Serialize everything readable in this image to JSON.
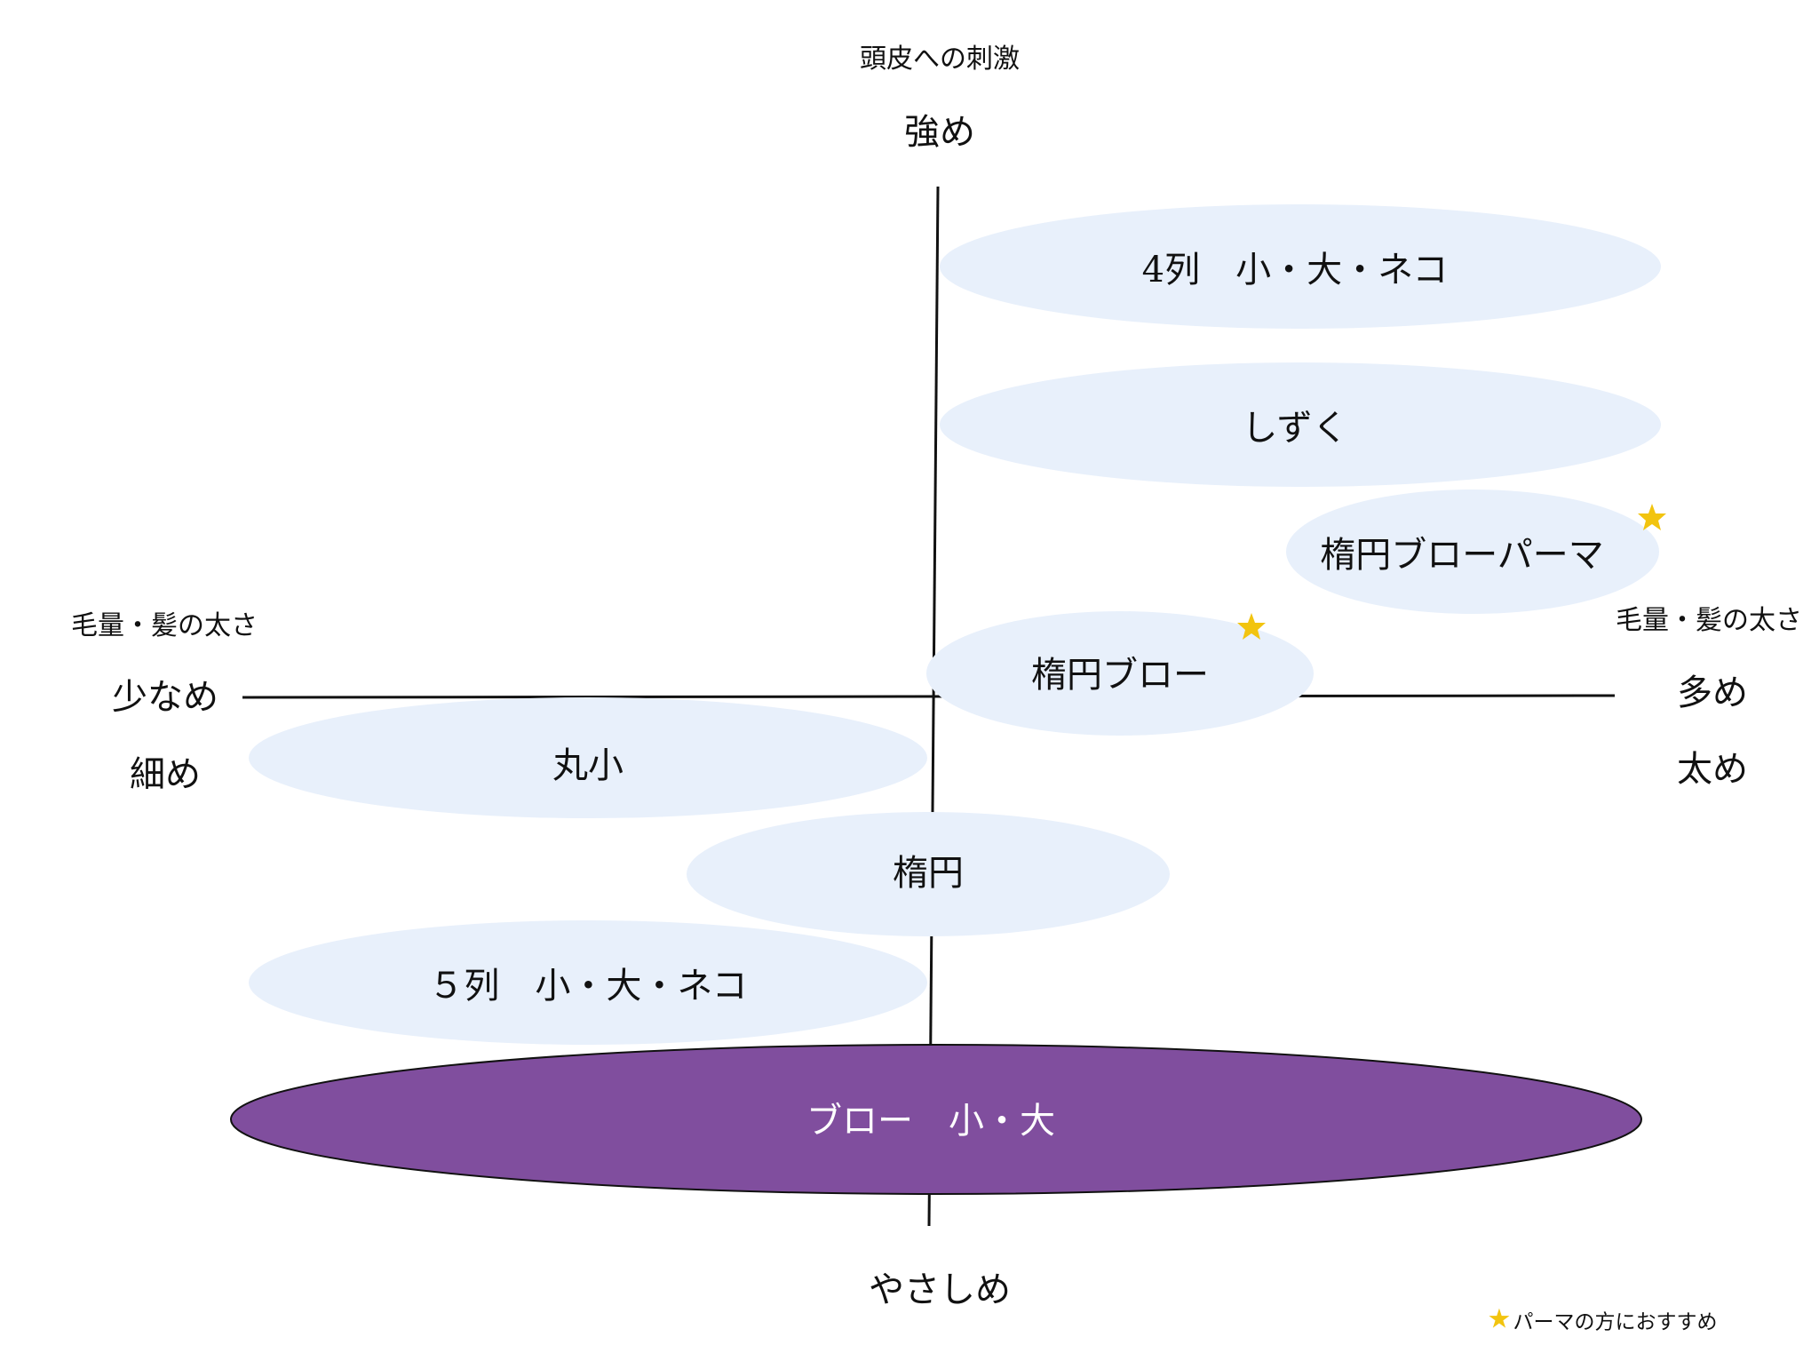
{
  "axes": {
    "vertical": {
      "title": "頭皮への刺激",
      "top": "強め",
      "bottom": "やさしめ"
    },
    "horizontal": {
      "left_title": "毛量・髪の太さ",
      "left_line1": "少なめ",
      "left_line2": "細め",
      "right_title": "毛量・髪の太さ",
      "right_line1": "多め",
      "right_line2": "太め"
    }
  },
  "items": [
    {
      "label": "4列　小・大・ネコ",
      "style": "light",
      "recommended": false
    },
    {
      "label": "しずく",
      "style": "light",
      "recommended": false
    },
    {
      "label": "楕円ブローパーマ",
      "style": "light",
      "recommended": true
    },
    {
      "label": "楕円ブロー",
      "style": "light",
      "recommended": true
    },
    {
      "label": "丸小",
      "style": "light",
      "recommended": false
    },
    {
      "label": "楕円",
      "style": "light",
      "recommended": false
    },
    {
      "label": "５列　小・大・ネコ",
      "style": "light",
      "recommended": false
    },
    {
      "label": "ブロー　小・大",
      "style": "dark",
      "recommended": false
    }
  ],
  "legend": {
    "star_icon": "star-icon",
    "text": "パーマの方におすすめ"
  },
  "colors": {
    "light_fill": "#e8f0fb",
    "dark_fill": "#804e9e",
    "star": "#f2c40f",
    "axis": "#111111"
  }
}
